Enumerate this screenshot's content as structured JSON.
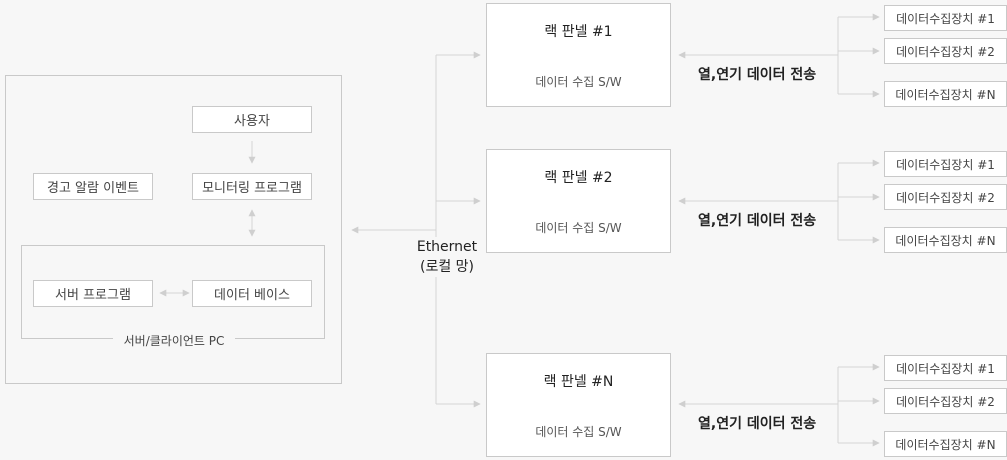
{
  "pc": {
    "user": "사용자",
    "monitoring": "모니터링 프로그램",
    "alarm": "경고 알람 이벤트",
    "server_program": "서버 프로그램",
    "database": "데이터 베이스",
    "client_pc": "서버/클라이언트 PC"
  },
  "network": {
    "line1": "Ethernet",
    "line2": "(로컬 망)"
  },
  "racks": [
    {
      "title": "랙 판넬 #1",
      "software": "데이터 수집 S/W",
      "transfer": "열,연기 데이터 전송",
      "devices": [
        "데이터수집장치 #1",
        "데이터수집장치 #2",
        "데이터수집장치 #N"
      ]
    },
    {
      "title": "랙 판넬 #2",
      "software": "데이터 수집 S/W",
      "transfer": "열,연기 데이터 전송",
      "devices": [
        "데이터수집장치 #1",
        "데이터수집장치 #2",
        "데이터수집장치 #N"
      ]
    },
    {
      "title": "랙 판넬 #N",
      "software": "데이터 수집 S/W",
      "transfer": "열,연기 데이터 전송",
      "devices": [
        "데이터수집장치 #1",
        "데이터수집장치 #2",
        "데이터수집장치 #N"
      ]
    }
  ],
  "colors": {
    "line": "#d4d4d4",
    "border": "#c9c9c9",
    "background": "#f7f7f7"
  }
}
